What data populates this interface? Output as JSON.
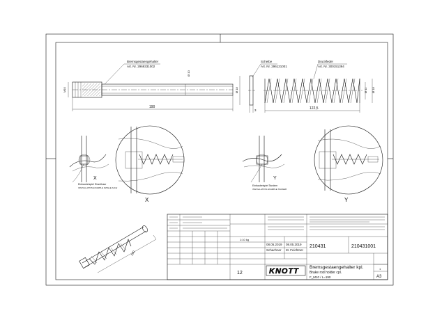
{
  "drawing": {
    "top_part": {
      "label": "Bremsgestaengehalter",
      "art_no": "Art. Nr. 2969331002",
      "dim_length": "190",
      "dim_dia_left": "M10",
      "dim_dia_right": "Ø 10"
    },
    "washer": {
      "label": "Scheibe",
      "art_no": "Art. Nr. 296121001",
      "dim_dia": "Ø 18",
      "dim_thk": "3"
    },
    "spring": {
      "label": "Druckfeder",
      "art_no": "Art. Nr. 300151394",
      "dim_length": "122,5",
      "dim_d1": "Ø 11",
      "dim_d2": "Ø 18"
    },
    "details": {
      "left_x_label": "X",
      "right_y_label": "Y",
      "install_left_de": "Einbaubeispiel Einzelhaar",
      "install_left_en": "INSTALLATION EXAMPLE SINGLE AXLE",
      "install_right_de": "Einbaubeispiel Tandem",
      "install_right_en": "INSTALLATION EXAMPLE TANDEM",
      "big_x_label": "X",
      "big_y_label": "Y"
    },
    "iso_dim": "190",
    "title_block": {
      "brand": "KNOTT",
      "title_de": "Bremsgestaengehalter kpl.",
      "title_en": "Brake rod holder cpl.",
      "spec": "F_M10 / L=190",
      "drawing_no_1": "210431",
      "drawing_no_2": "210431001",
      "date_1": "08.05.2019",
      "date_2": "08.05.2019",
      "drawn_by": "Schachner",
      "checked_by": "M. Feichtner",
      "scale_label": "1:10 kg",
      "sheet": "12",
      "format": "A3",
      "revision": "1"
    }
  }
}
